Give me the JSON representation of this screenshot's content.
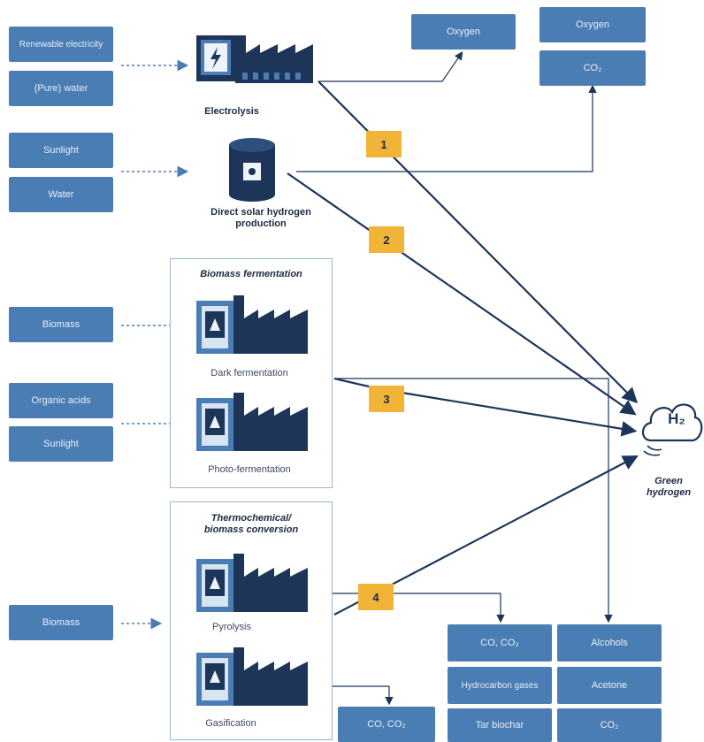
{
  "inputs": {
    "renewable_electricity": "Renewable electricity",
    "pure_water": "(Pure) water",
    "sunlight_1": "Sunlight",
    "water": "Water",
    "biomass_1": "Biomass",
    "organic_acids": "Organic acids",
    "sunlight_2": "Sunlight",
    "biomass_2": "Biomass"
  },
  "processes": {
    "electrolysis": "Electrolysis",
    "direct_solar": "Direct solar hydrogen production",
    "dark_fermentation": "Dark fermentation",
    "photo_fermentation": "Photo-fermentation",
    "pyrolysis": "Pyrolysis",
    "gasification": "Gasification"
  },
  "groups": {
    "biomass_fermentation": "Biomass fermentation",
    "thermochemical": "Thermochemical/ biomass conversion"
  },
  "outputs": {
    "oxygen_1": "Oxygen",
    "oxygen_2": "Oxygen",
    "co2_top": "CO₂",
    "co_co2_mid": "CO, CO₂",
    "hydrocarbon_gases": "Hydrocarbon gases",
    "tar_biochar": "Tar biochar",
    "co_co2_bottom": "CO, CO₂",
    "alcohols": "Alcohols",
    "acetone": "Acetone",
    "co2_bottom": "CO₂"
  },
  "pathways": [
    "1",
    "2",
    "3",
    "4"
  ],
  "hydrogen": {
    "symbol": "H₂",
    "label": "Green hydrogen"
  },
  "colors": {
    "box_blue": "#4b7db5",
    "dark_navy": "#1c3559",
    "badge_yellow": "#f2b437",
    "group_border": "#9ab4d1"
  }
}
